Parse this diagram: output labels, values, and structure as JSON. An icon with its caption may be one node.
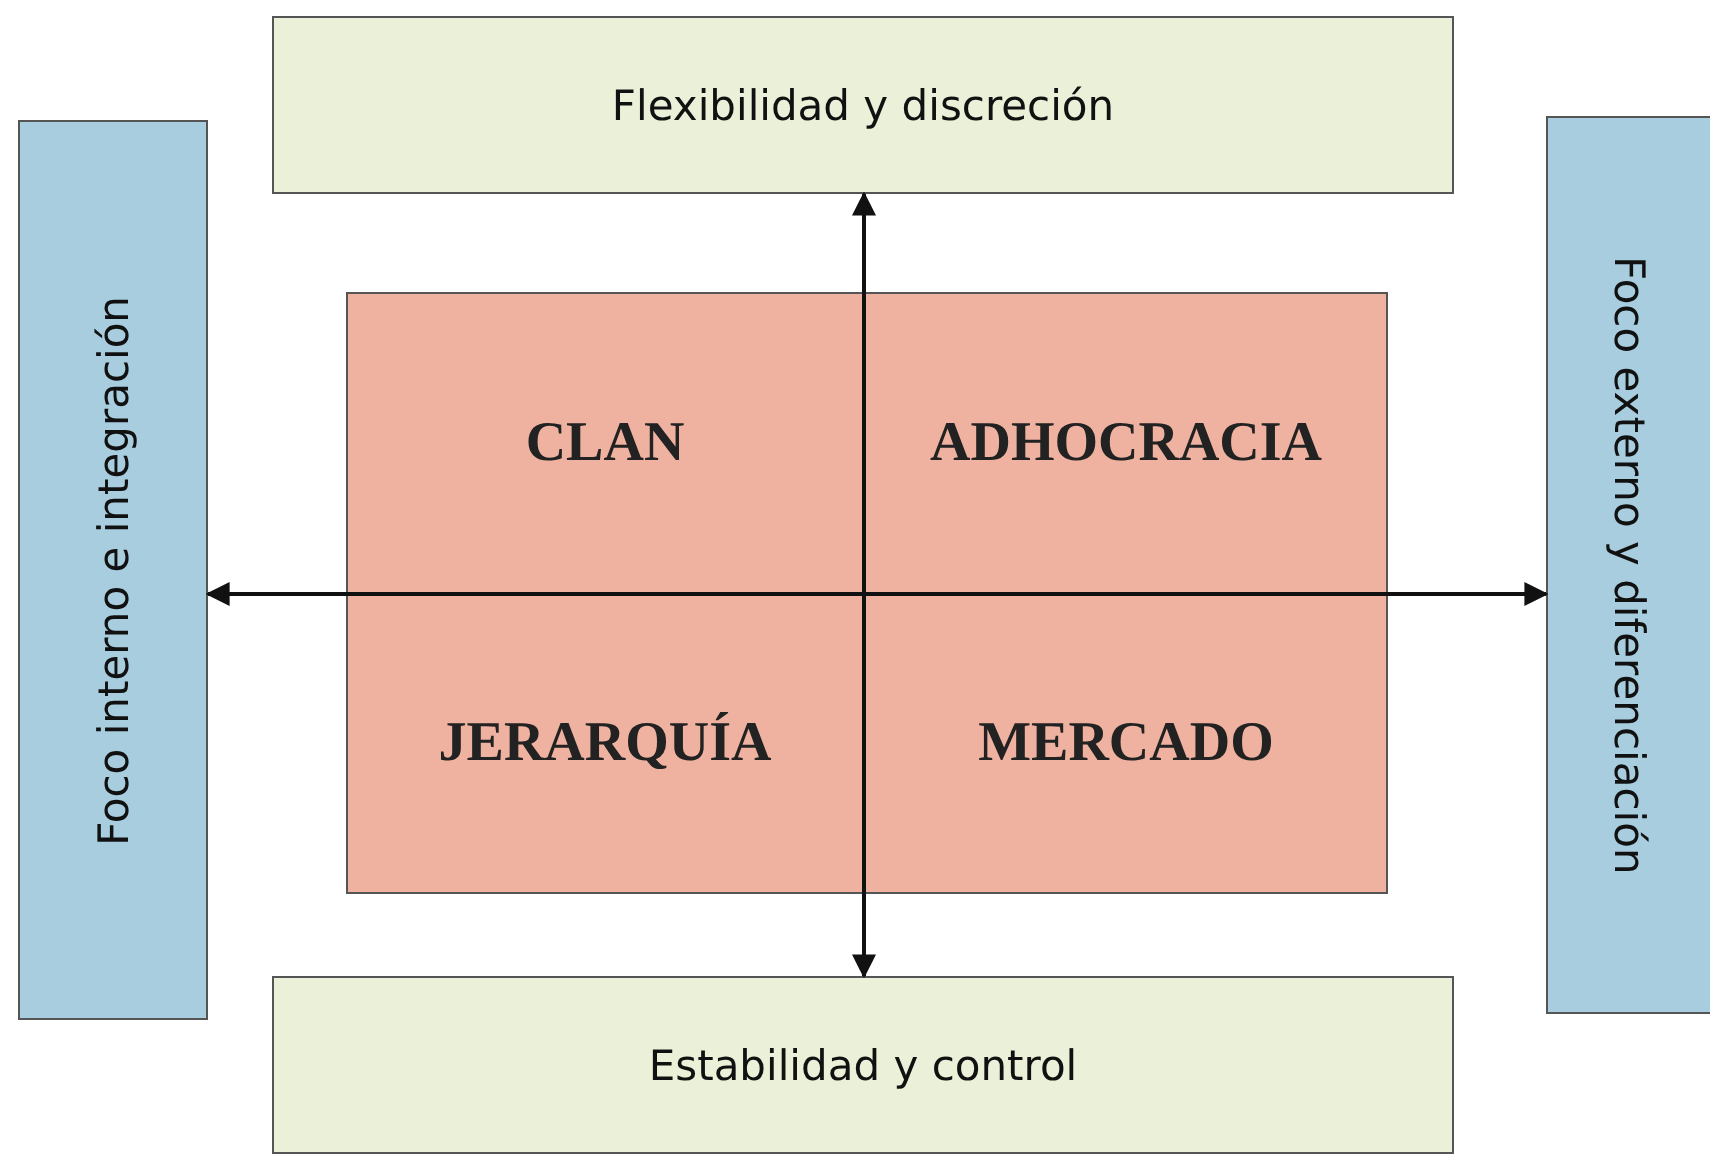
{
  "diagram": {
    "nodes": [
      {
        "text": [
          "Flexibilidad y discreción"
        ]
      },
      {
        "text": [
          "Foco interno e integración"
        ]
      },
      {
        "text": [
          "CLAN"
        ]
      },
      {
        "text": [
          "ADHOCRACIA"
        ]
      },
      {
        "text": [
          "JERARQUÍA"
        ]
      },
      {
        "text": [
          "MERCADO"
        ]
      },
      {
        "text": [
          "Foco externo y diferenciación"
        ]
      },
      {
        "text": [
          "Estabilidad y control"
        ]
      }
    ],
    "edges": [
      {
        "from": 0,
        "to": 7,
        "arrow": "both"
      },
      {
        "from": 1,
        "to": 6,
        "arrow": "both"
      }
    ]
  }
}
